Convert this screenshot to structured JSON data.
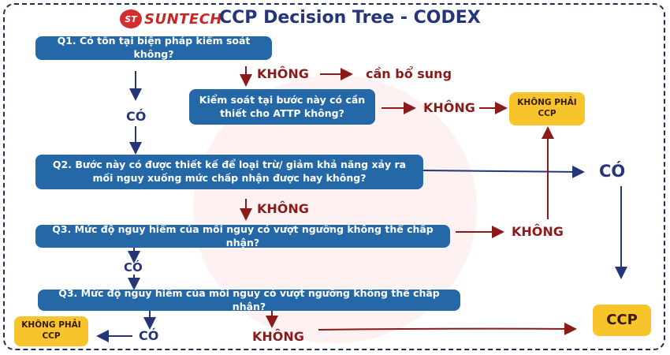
{
  "header": {
    "logo_mark": "ST",
    "logo_text": "SUNTECH",
    "title": "CCP Decision Tree - CODEX"
  },
  "nodes": {
    "q1": "Q1. Có tồn tại biện pháp kiểm soát không?",
    "q1_sub": "Kiểm soát tại bước này có cần thiết cho ATTP không?",
    "q2": "Q2. Bước này có được thiết kế để loại trừ/ giảm khả năng xảy ra mối nguy xuống mức chấp nhận được hay không?",
    "q3a": "Q3. Mức độ nguy hiểm của mối nguy có vượt ngưỡng không thể chấp nhận?",
    "q3b": "Q3. Mức độ nguy hiểm của mối nguy có vượt ngưỡng không thể chấp nhận?",
    "not_ccp_top": "KHÔNG PHẢI CCP",
    "not_ccp_bottom": "KHÔNG PHẢI CCP",
    "ccp": "CCP"
  },
  "labels": {
    "q1_no": "KHÔNG",
    "need_add": "cần bổ sung",
    "q1_yes": "CÓ",
    "sub_no": "KHÔNG",
    "q2_yes": "CÓ",
    "q2_no": "KHÔNG",
    "q3a_no": "KHÔNG",
    "q3a_yes": "CÓ",
    "q3b_yes": "CÓ",
    "q3b_no": "KHÔNG"
  },
  "colors": {
    "box_blue": "#2468a8",
    "yes_blue": "#24357a",
    "no_red": "#8b1a1a",
    "terminal_yellow": "#f7c52b"
  }
}
